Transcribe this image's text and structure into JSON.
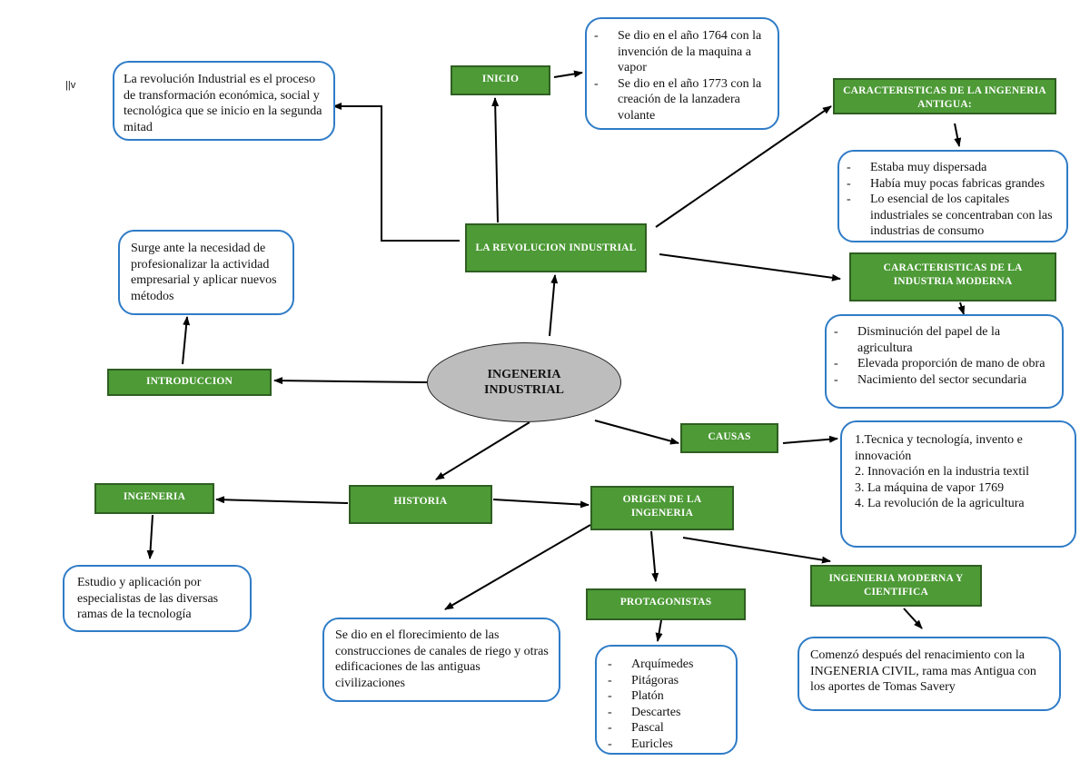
{
  "corner_mark": "||v",
  "center": "INGENERIA INDUSTRIAL",
  "nodes": {
    "revolucion": "LA REVOLUCION INDUSTRIAL",
    "inicio": "INICIO",
    "caract_antigua": "CARACTERISTICAS DE LA INGENERIA ANTIGUA:",
    "caract_moderna": "CARACTERISTICAS DE LA INDUSTRIA MODERNA",
    "introduccion": "INTRODUCCION",
    "causas": "CAUSAS",
    "historia": "HISTORIA",
    "ingeneria": "INGENERIA",
    "origen": "ORIGEN DE LA INGENERIA",
    "protagonistas": "PROTAGONISTAS",
    "moderna_cientifica": "INGENIERIA MODERNA Y CIENTIFICA"
  },
  "texts": {
    "revolucion_def": "La revolución Industrial es el proceso de transformación económica, social y tecnológica que se inicio en la segunda mitad",
    "inicio_items": [
      "Se dio en el año 1764 con la invención de la maquina a vapor",
      "Se dio en el año 1773 con la creación de la lanzadera volante"
    ],
    "antigua_items": [
      "Estaba muy dispersada",
      " Había muy pocas fabricas grandes",
      "Lo esencial de los capitales industriales se concentraban con las industrias de consumo"
    ],
    "moderna_items": [
      "Disminución del papel de la agricultura",
      "Elevada proporción de mano de obra",
      "Nacimiento del sector secundaria"
    ],
    "introduccion_def": "Surge ante la necesidad de profesionalizar la actividad empresarial y aplicar nuevos métodos",
    "causas_items": [
      "1.Tecnica y tecnología, invento e innovación",
      "2. Innovación en la industria textil",
      "3. La máquina de vapor 1769",
      "4. La revolución de la agricultura"
    ],
    "ingeneria_def": "Estudio y aplicación por especialistas de las diversas ramas de la tecnología",
    "origen_def": "Se dio en el florecimiento de las construcciones de canales de riego y otras edificaciones de las antiguas civilizaciones",
    "protagonistas_items": [
      "Arquímedes",
      "Pitágoras",
      "Platón",
      "Descartes",
      "Pascal",
      "Euricles"
    ],
    "moderna_cientifica_def": "Comenzó después del renacimiento con la INGENERIA CIVIL, rama mas Antigua con los aportes de Tomas Savery"
  }
}
